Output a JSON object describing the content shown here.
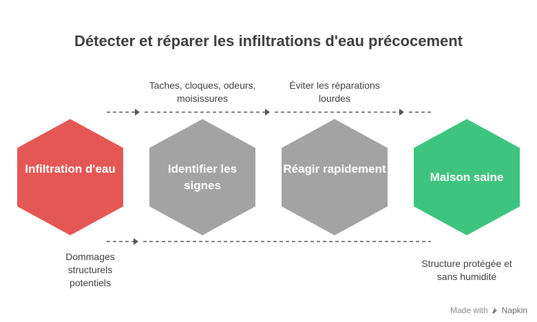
{
  "title": "Détecter et réparer les infiltrations d'eau précocement",
  "steps": [
    {
      "label": "Infiltration d'eau",
      "color": "#e45755"
    },
    {
      "label": "Identifier les signes",
      "color": "#a3a3a3"
    },
    {
      "label": "Réagir rapidement",
      "color": "#a3a3a3"
    },
    {
      "label": "Maison saine",
      "color": "#3fc47f"
    }
  ],
  "notes": {
    "top_1": "Taches, cloques, odeurs, moisissures",
    "top_2": "Éviter les réparations lourdes",
    "bottom_1": "Dommages structurels potentiels",
    "bottom_4": "Structure protégée et sans humidité"
  },
  "watermark": {
    "prefix": "Made with",
    "brand": "Napkin"
  }
}
